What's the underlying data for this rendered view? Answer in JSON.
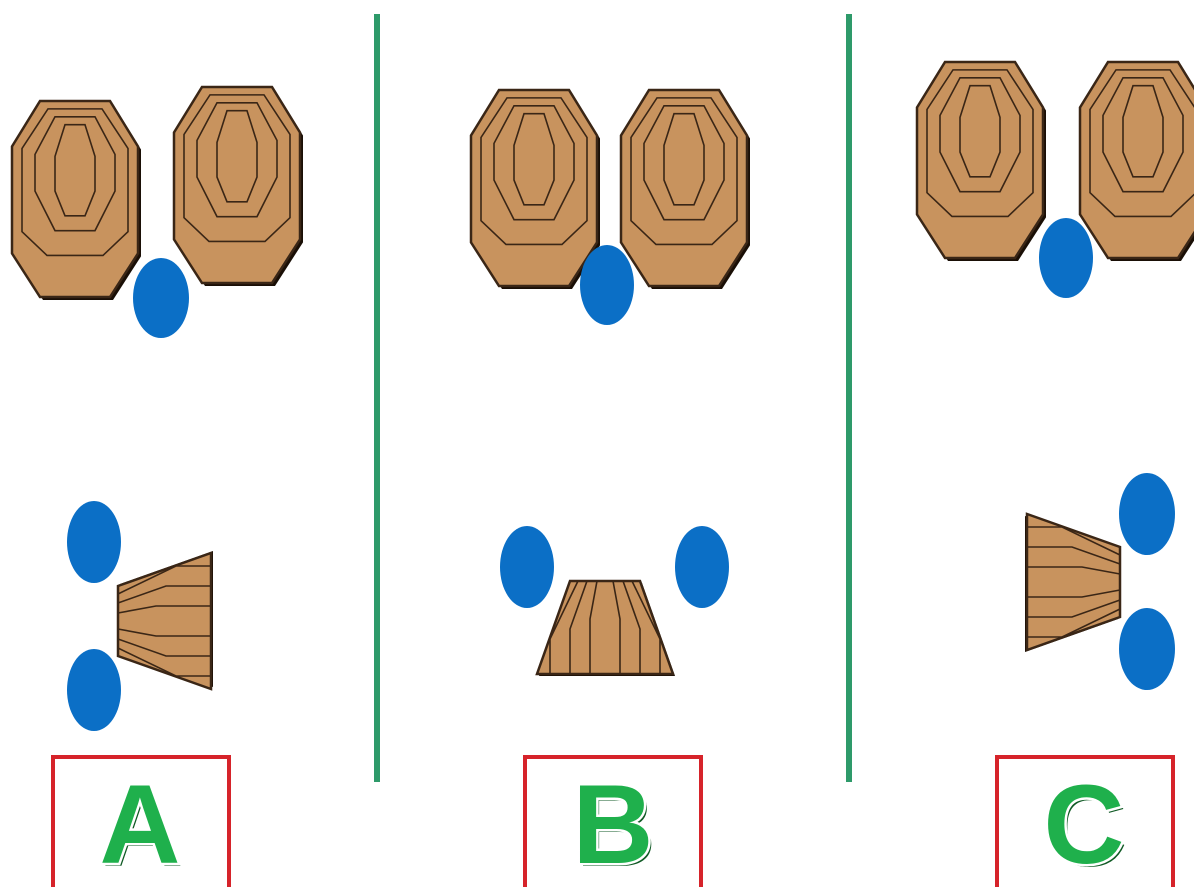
{
  "colors": {
    "target_fill": "#c8935e",
    "target_edge": "#3a2616",
    "target_shadow": "#1a0f06",
    "popper": "#0b6fc6",
    "divider": "#2e9a6a",
    "box_border": "#d6232a",
    "label_fill": "#1fb04c",
    "label_outline": "#ffffff",
    "label_shadow": "#0f5a24"
  },
  "panels": [
    {
      "id": "a",
      "label": "A",
      "low_layout": "target-right-poppers-left"
    },
    {
      "id": "b",
      "label": "B",
      "low_layout": "target-center-poppers-sides"
    },
    {
      "id": "c",
      "label": "C",
      "low_layout": "target-left-poppers-right"
    }
  ],
  "icons": {
    "upper_target": "octagon-target-icon",
    "lower_target": "partial-target-icon",
    "popper": "steel-popper-icon"
  }
}
